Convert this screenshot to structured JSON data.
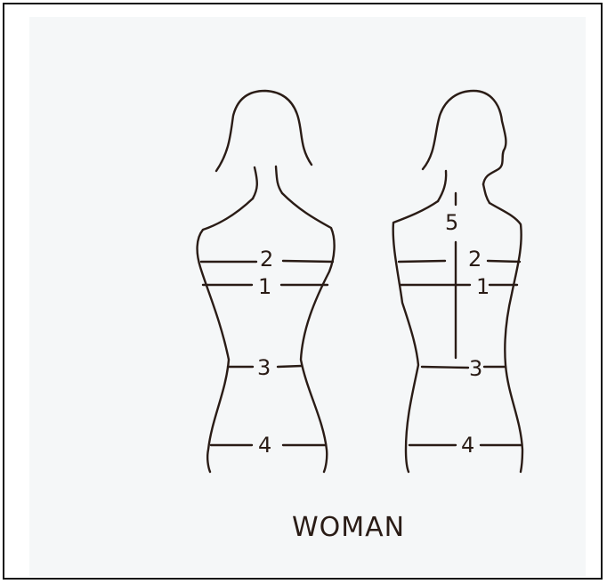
{
  "caption": "WOMAN",
  "front_figure": {
    "labels": {
      "bust": "2",
      "underbust": "1",
      "waist": "3",
      "hips": "4"
    }
  },
  "back_figure": {
    "labels": {
      "back_length": "5",
      "bust": "2",
      "underbust": "1",
      "waist": "3",
      "hips": "4"
    }
  },
  "colors": {
    "ink": "#2a1c16",
    "paper": "#f5f7f8",
    "border": "#111111"
  }
}
